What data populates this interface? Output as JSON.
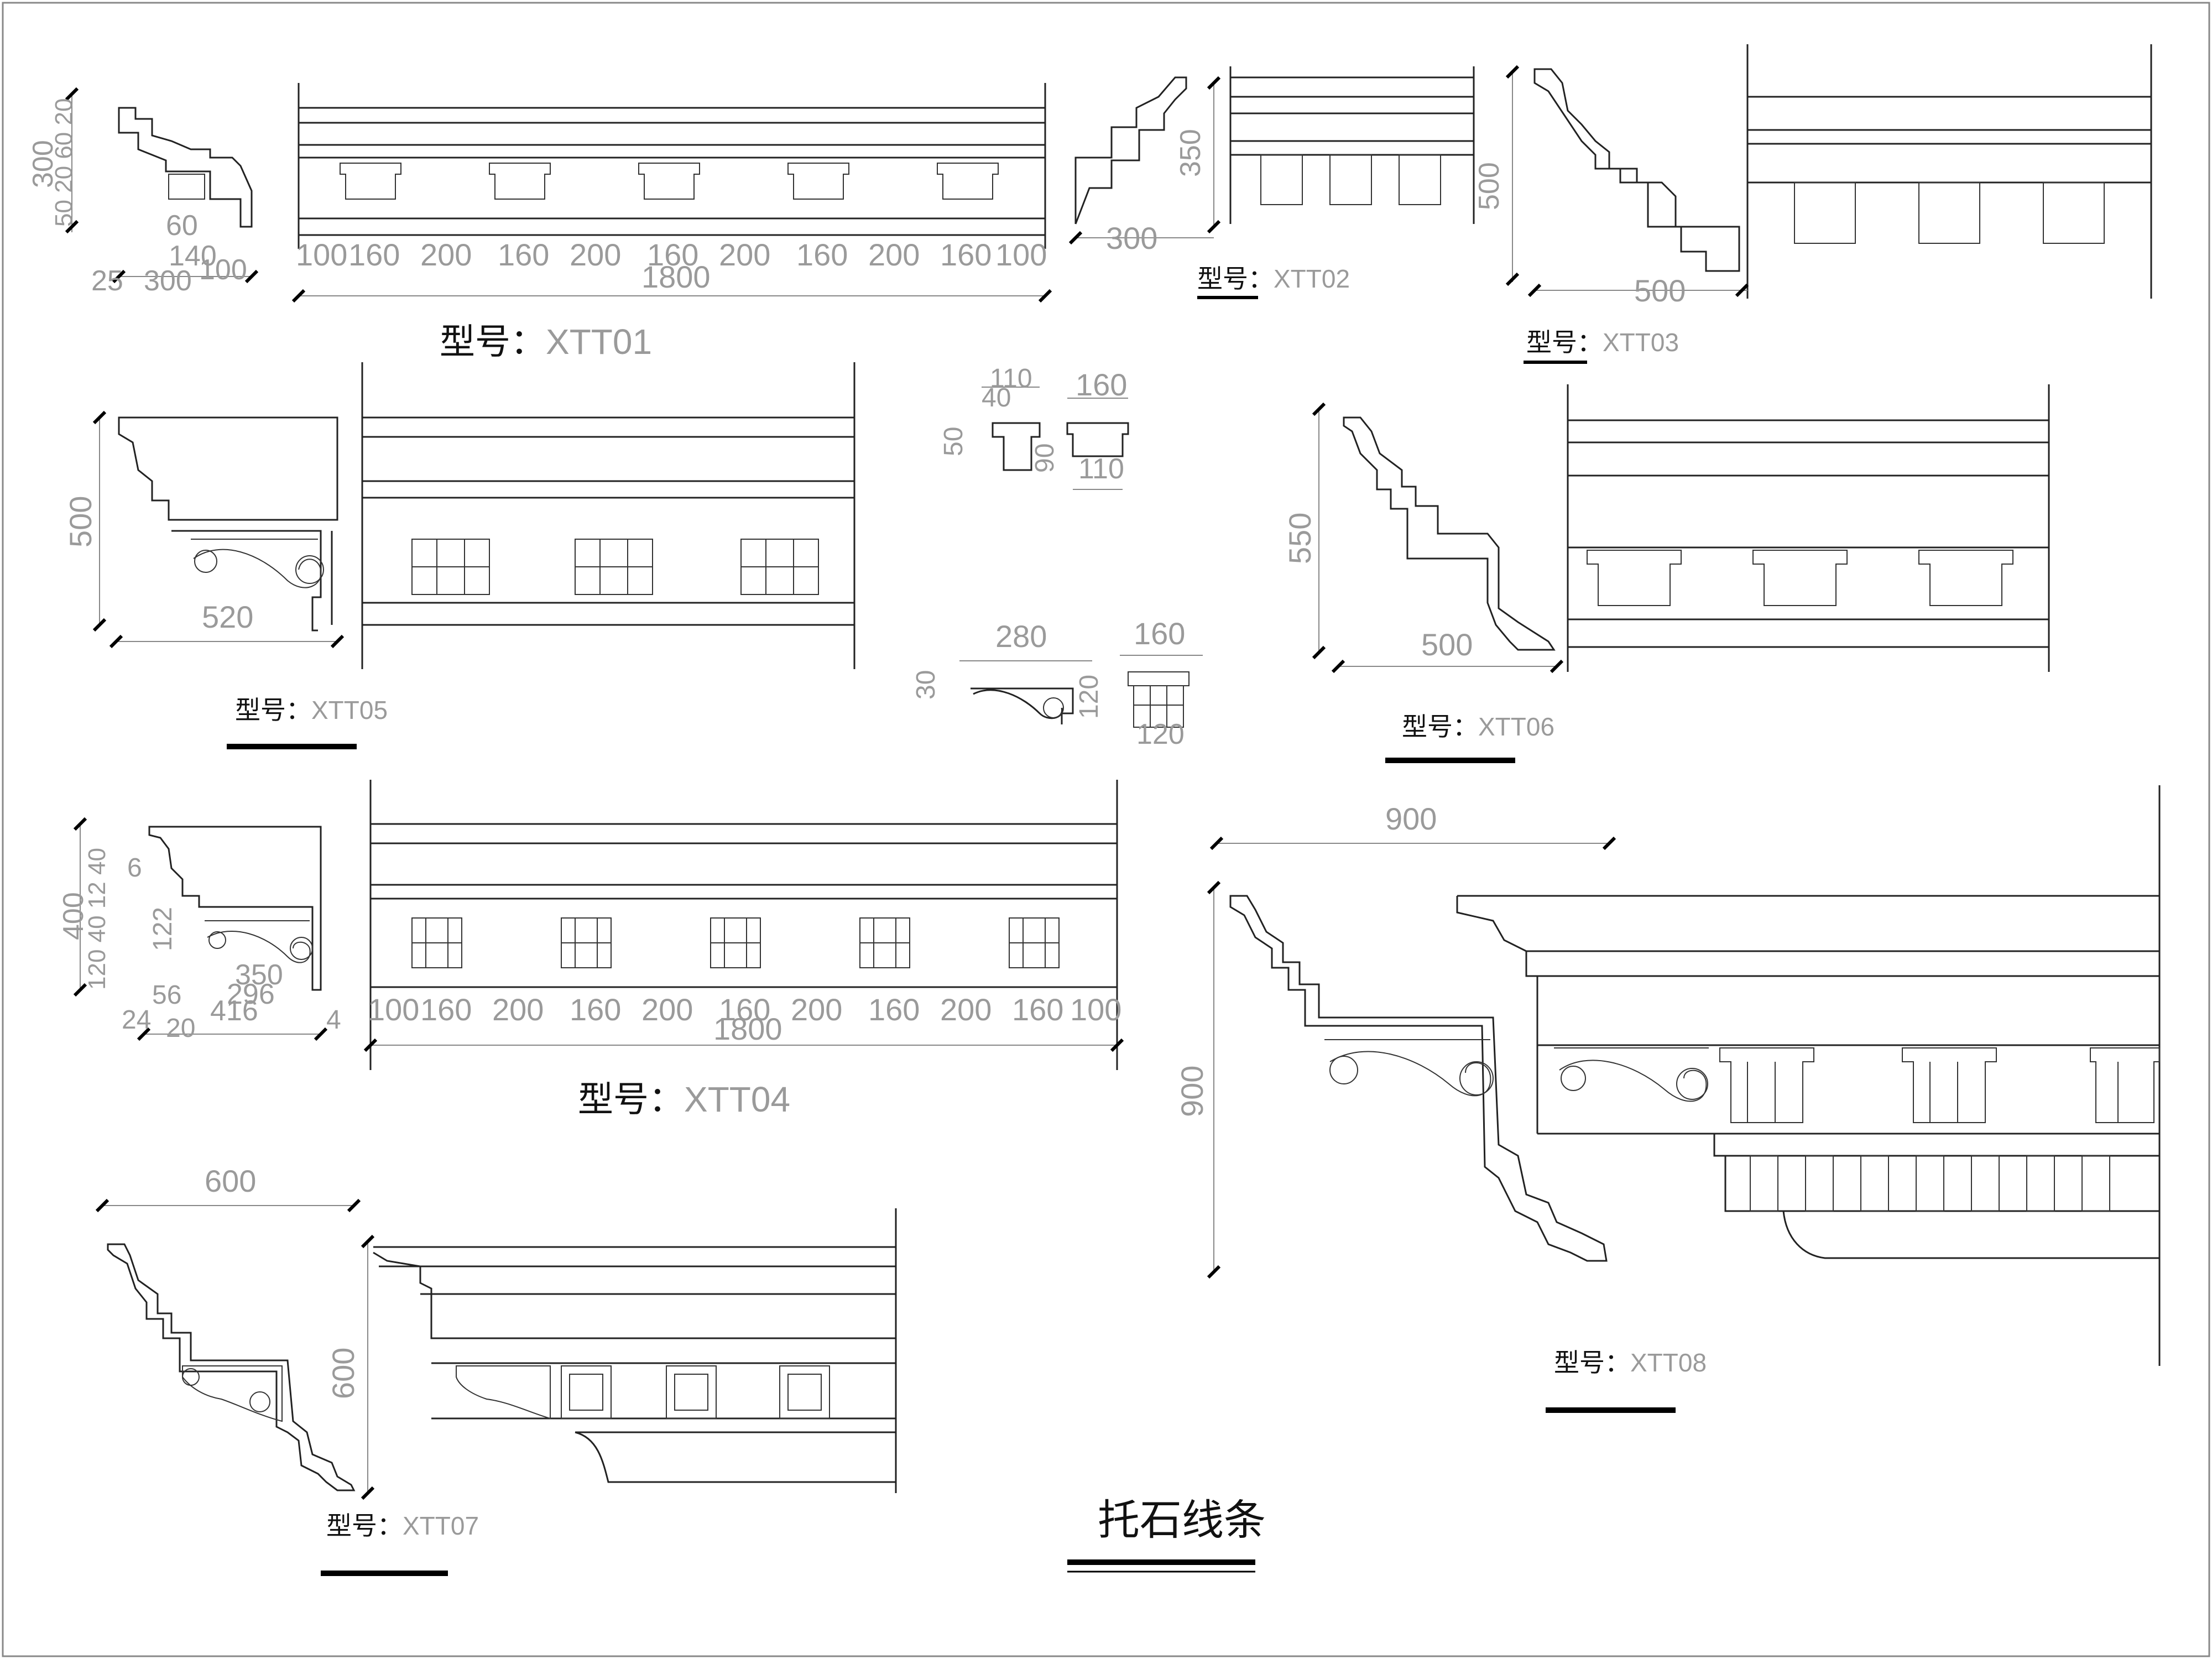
{
  "sheet_title": "托石线条",
  "model_prefix": "型号：",
  "models": {
    "xtt01": "XTT01",
    "xtt02": "XTT02",
    "xtt03": "XTT03",
    "xtt04": "XTT04",
    "xtt05": "XTT05",
    "xtt06": "XTT06",
    "xtt07": "XTT07",
    "xtt08": "XTT08"
  },
  "xtt01": {
    "height": "300",
    "top_stack": "50 20 60 20",
    "side_140": "140",
    "side_60": "60",
    "width_300": "300",
    "w_25": "25",
    "w_100": "100",
    "spacing": [
      "100",
      "160",
      "200",
      "160",
      "200",
      "160",
      "200",
      "160",
      "200",
      "160",
      "100"
    ],
    "total": "1800"
  },
  "xtt02": {
    "height": "350",
    "width": "300"
  },
  "xtt03": {
    "height": "500",
    "width": "500"
  },
  "xtt05": {
    "height": "500",
    "width": "520"
  },
  "xtt06": {
    "height": "550",
    "width": "500"
  },
  "detail_a": {
    "d110": "110",
    "d40": "40",
    "d50": "50",
    "d90": "90",
    "d160": "160",
    "d110b": "110"
  },
  "detail_b": {
    "d280": "280",
    "d30": "30",
    "d120": "120",
    "d160": "160",
    "d120b": "120"
  },
  "xtt04": {
    "height": "400",
    "left_stack": "120 40 12 40",
    "d122": "122",
    "d6": "6",
    "w350": "350",
    "w296": "296",
    "w56": "56",
    "w416": "416",
    "w24": "24",
    "w20": "20",
    "w4": "4",
    "spacing": [
      "100",
      "160",
      "200",
      "160",
      "200",
      "160",
      "200",
      "160",
      "200",
      "160",
      "100"
    ],
    "total": "1800"
  },
  "xtt07": {
    "width": "600",
    "height": "600"
  },
  "xtt08": {
    "width": "900",
    "height": "900"
  }
}
